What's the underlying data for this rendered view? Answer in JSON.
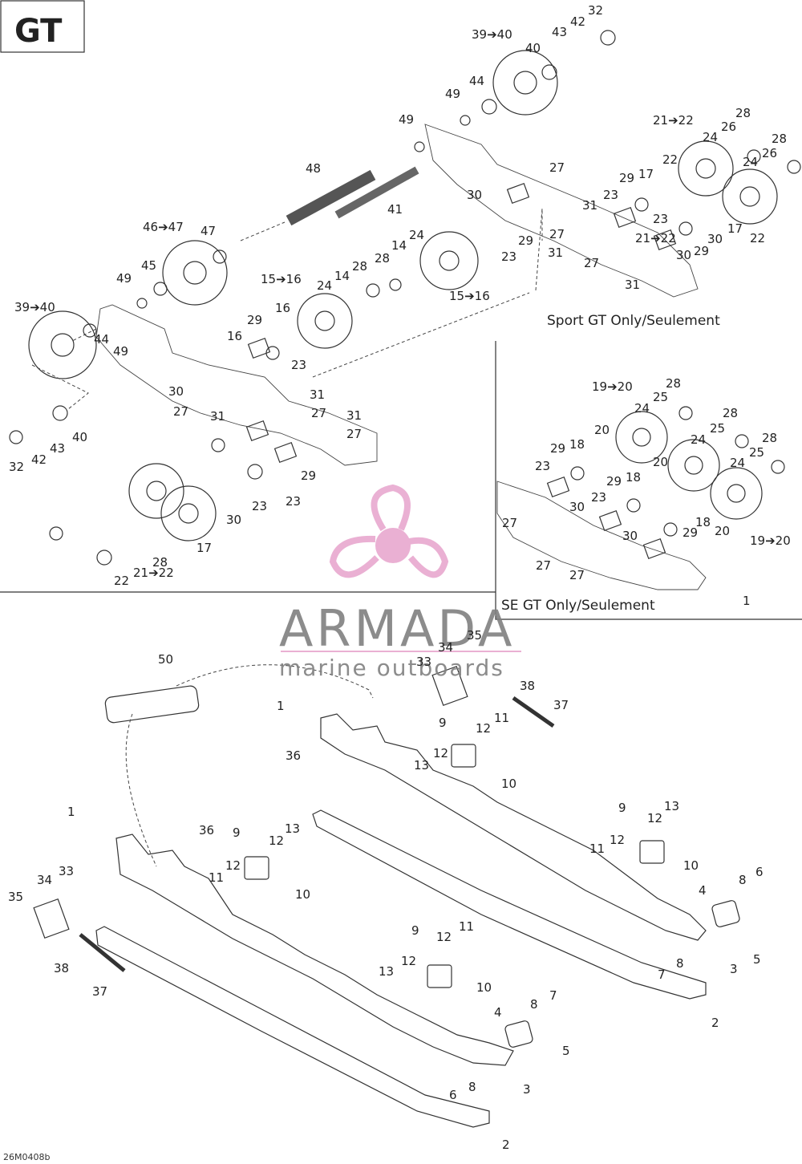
{
  "header": {
    "model": "GT"
  },
  "captions": {
    "sport": "Sport GT Only/Seulement",
    "se": "SE GT Only/Seulement"
  },
  "watermark": {
    "name": "ARMADA",
    "tagline": "marine outboards",
    "accent": "#e8a8cf",
    "text_color": "#808080"
  },
  "footer": {
    "code": "26M0408b"
  },
  "labels": {
    "c1": [
      "32",
      "42",
      "43",
      "39➔40",
      "40",
      "44",
      "49",
      "49",
      "48",
      "41",
      "46➔47",
      "47",
      "45",
      "49",
      "39➔40",
      "44",
      "49",
      "32",
      "42",
      "43",
      "40",
      "28",
      "24",
      "14",
      "28",
      "14",
      "24",
      "15➔16",
      "16",
      "15➔16",
      "29",
      "16",
      "23",
      "30",
      "29",
      "23",
      "30",
      "27",
      "31",
      "27",
      "31",
      "27",
      "31",
      "29",
      "23",
      "23",
      "30",
      "17",
      "22",
      "21➔22",
      "28",
      "26",
      "24"
    ],
    "c2": [
      "21➔22",
      "28",
      "24",
      "26",
      "28",
      "26",
      "24",
      "22",
      "27",
      "31",
      "29",
      "17",
      "23",
      "23",
      "30",
      "17",
      "22",
      "21➔22",
      "30",
      "29",
      "27",
      "31",
      "27",
      "31"
    ],
    "c3": [
      "19➔20",
      "28",
      "25",
      "24",
      "28",
      "25",
      "24",
      "28",
      "25",
      "24",
      "20",
      "29",
      "18",
      "20",
      "23",
      "29",
      "18",
      "30",
      "23",
      "27",
      "30",
      "29",
      "18",
      "20",
      "19➔20",
      "27",
      "27",
      "1"
    ],
    "c4": [
      "50",
      "35",
      "34",
      "33",
      "38",
      "37",
      "1",
      "11",
      "36",
      "9",
      "12",
      "12",
      "13",
      "10",
      "1",
      "36",
      "9",
      "13",
      "12",
      "12",
      "11",
      "10",
      "34",
      "33",
      "35",
      "38",
      "37"
    ],
    "c5": [
      "9",
      "13",
      "12",
      "12",
      "11",
      "10",
      "4",
      "8",
      "6",
      "5",
      "8",
      "7",
      "3",
      "2",
      "9",
      "12",
      "11",
      "12",
      "13",
      "10",
      "4",
      "8",
      "7",
      "5",
      "6",
      "8",
      "3",
      "2"
    ]
  }
}
